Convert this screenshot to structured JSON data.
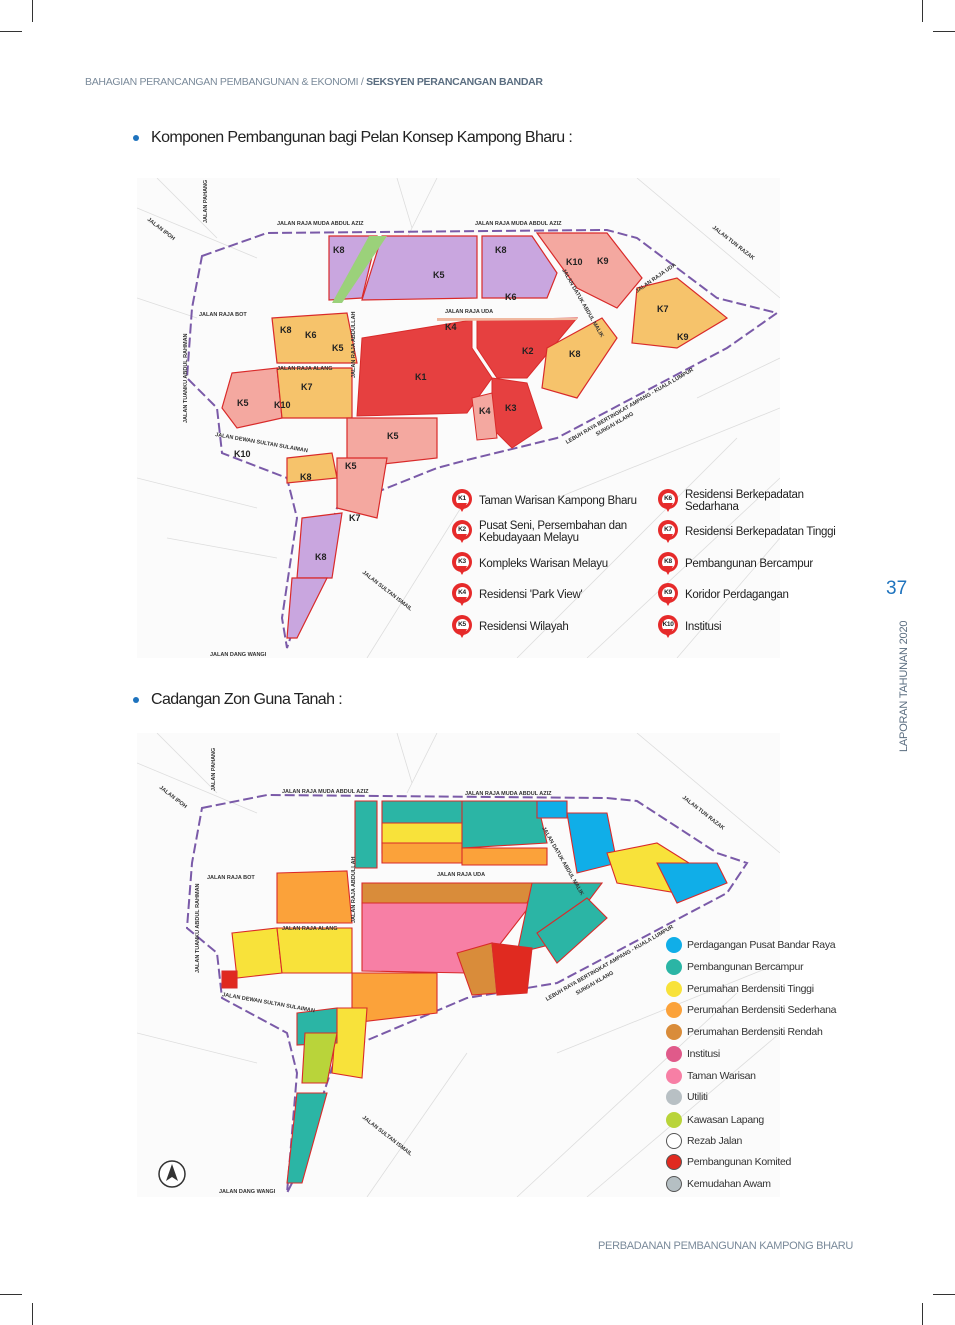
{
  "header": {
    "dept": "BAHAGIAN PERANCANGAN PEMBANGUNAN & EKONOMI / ",
    "section": "SEKSYEN PERANCANGAN BANDAR"
  },
  "section1": {
    "title": "Komponen Pembangunan bagi Pelan Konsep Kampong Bharu :"
  },
  "section2": {
    "title": "Cadangan Zon Guna Tanah :"
  },
  "roads": {
    "rmaa": "JALAN RAJA MUDA ABDUL AZIZ",
    "tunrazak": "JALAN TUN RAZAK",
    "ipoh": "JALAN IPOH",
    "pahang": "JALAN PAHANG",
    "rajabot": "JALAN RAJA BOT",
    "tar": "JALAN TUANKU ABDUL RAHMAN",
    "rajaalang": "JALAN RAJA ALANG",
    "rajaabdullah": "JALAN RAJA ABDULLAH",
    "rajauda": "JALAN RAJA UDA",
    "datukmalik": "JALAN DATUK ABDUL MALIK",
    "dss": "JALAN DEWAN SULTAN SULAIMAN",
    "lebuhraya": "LEBUH RAYA BERTINGKAT AMPANG - KUALA LUMPUR",
    "sungai": "SUNGAI KLANG",
    "sultanismail": "JALAN SULTAN ISMAIL",
    "dangwangi": "JALAN DANG WANGI"
  },
  "components": [
    {
      "code": "K1",
      "label": "Taman Warisan Kampong Bharu"
    },
    {
      "code": "K2",
      "label": "Pusat Seni, Persembahan dan Kebudayaan Melayu"
    },
    {
      "code": "K3",
      "label": "Kompleks Warisan Melayu"
    },
    {
      "code": "K4",
      "label": "Residensi 'Park View'"
    },
    {
      "code": "K5",
      "label": "Residensi Wilayah"
    },
    {
      "code": "K6",
      "label": "Residensi Berkepadatan Sedarhana"
    },
    {
      "code": "K7",
      "label": "Residensi Berkepadatan Tinggi"
    },
    {
      "code": "K8",
      "label": "Pembangunan Bercampur"
    },
    {
      "code": "K9",
      "label": "Koridor Perdagangan"
    },
    {
      "code": "K10",
      "label": "Institusi"
    }
  ],
  "zones": [
    {
      "label": "Perdagangan Pusat Bandar Raya",
      "color": "#10aee8"
    },
    {
      "label": "Pembangunan Bercampur",
      "color": "#2bb5a5"
    },
    {
      "label": "Perumahan Berdensiti Tinggi",
      "color": "#f8e23a"
    },
    {
      "label": "Perumahan Berdensiti Sederhana",
      "color": "#fba23a"
    },
    {
      "label": "Perumahan Berdensiti Rendah",
      "color": "#d98c3a"
    },
    {
      "label": "Institusi",
      "color": "#e05a8a"
    },
    {
      "label": "Taman Warisan",
      "color": "#f77fa5"
    },
    {
      "label": "Utiliti",
      "color": "#b8c0c4"
    },
    {
      "label": "Kawasan Lapang",
      "color": "#b9d43a"
    },
    {
      "label": "Rezab Jalan",
      "color": "#ffffff"
    },
    {
      "label": "Pembangunan Komited",
      "color": "#e02a20"
    },
    {
      "label": "Kemudahan Awam",
      "color": "#b5bfc3"
    }
  ],
  "side": {
    "page": "37",
    "report": "LAPORAN TAHUNAN 2020"
  },
  "footer": {
    "org": "PERBADANAN PEMBANGUNAN KAMPONG BHARU"
  }
}
